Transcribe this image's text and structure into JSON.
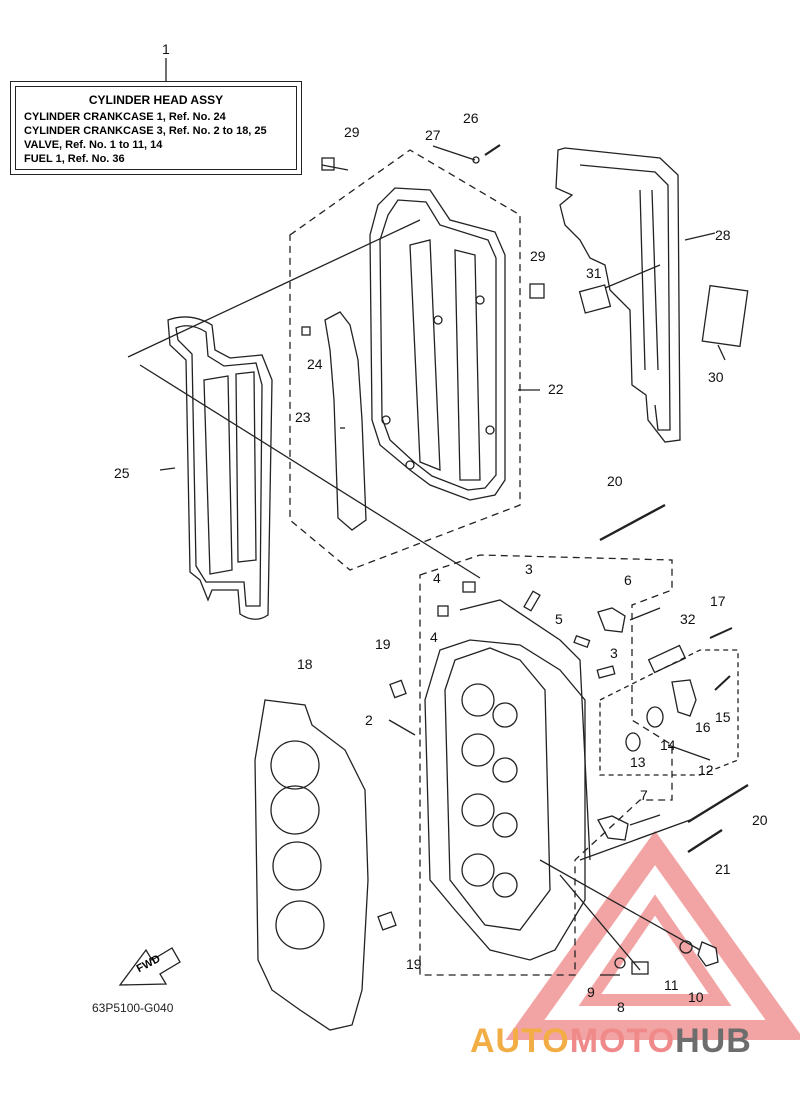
{
  "legend": {
    "title": "CYLINDER HEAD ASSY",
    "lines": [
      "CYLINDER CRANKCASE 1,  Ref. No. 24",
      "CYLINDER CRANKCASE 3,  Ref. No. 2 to 18, 25",
      "VALVE,  Ref. No. 1 to 11, 14",
      "FUEL 1,  Ref. No. 36"
    ]
  },
  "part_code": "63P5100-G040",
  "fwd_label": "FWD",
  "watermark": {
    "part1": "AUTO",
    "part2": "MOTO",
    "part3": "HUB"
  },
  "callouts": {
    "c1": "1",
    "c2": "2",
    "c3a": "3",
    "c3b": "3",
    "c4a": "4",
    "c4b": "4",
    "c5": "5",
    "c6": "6",
    "c7": "7",
    "c8": "8",
    "c9": "9",
    "c10": "10",
    "c11": "11",
    "c12": "12",
    "c13": "13",
    "c14": "14",
    "c15": "15",
    "c16": "16",
    "c17": "17",
    "c18": "18",
    "c19a": "19",
    "c19b": "19",
    "c20a": "20",
    "c20b": "20",
    "c21": "21",
    "c22": "22",
    "c23": "23",
    "c24": "24",
    "c25": "25",
    "c26": "26",
    "c27": "27",
    "c28": "28",
    "c29a": "29",
    "c29b": "29",
    "c30": "30",
    "c31": "31",
    "c32": "32"
  }
}
